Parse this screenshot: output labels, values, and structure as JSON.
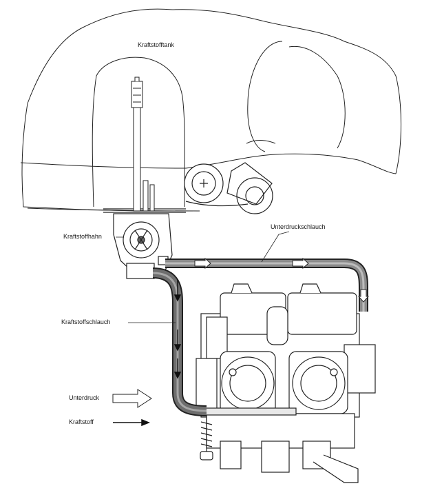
{
  "labels": {
    "tank": "Kraftstofftank",
    "valve": "Kraftstoffhahn",
    "vacuum_hose": "Unterdruckschlauch",
    "fuel_hose": "Kraftstoffschlauch",
    "legend_vacuum": "Unterdruck",
    "legend_fuel": "Kraftstoff"
  }
}
